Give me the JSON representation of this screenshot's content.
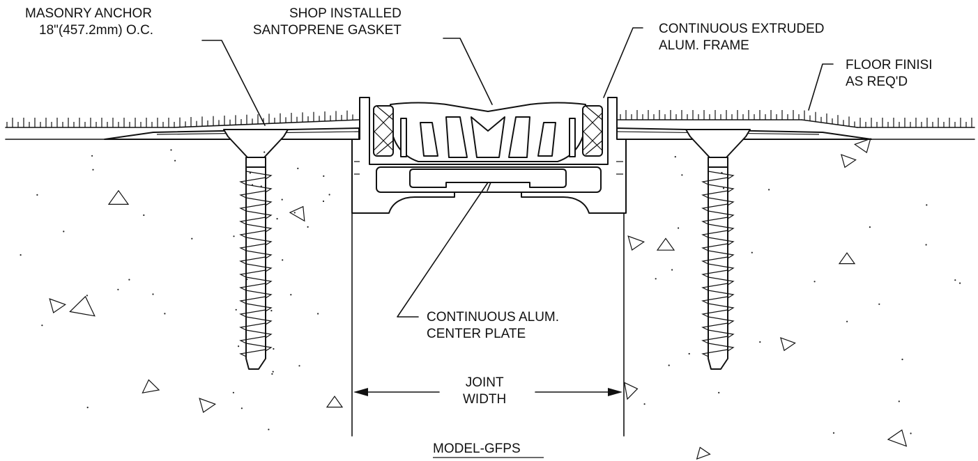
{
  "labels": {
    "masonry_anchor": [
      "MASONRY ANCHOR",
      "18\"(457.2mm) O.C."
    ],
    "gasket": [
      "SHOP INSTALLED",
      "SANTOPRENE GASKET"
    ],
    "frame": [
      "CONTINUOUS EXTRUDED",
      "ALUM. FRAME"
    ],
    "floor_finish": [
      "FLOOR FINISI",
      "AS REQ'D"
    ],
    "center_plate": [
      "CONTINUOUS ALUM.",
      "CENTER PLATE"
    ],
    "joint_width": [
      "JOINT",
      "WIDTH"
    ],
    "model": "MODEL-GFPS"
  },
  "colors": {
    "line": "#111111",
    "background": "#ffffff"
  }
}
